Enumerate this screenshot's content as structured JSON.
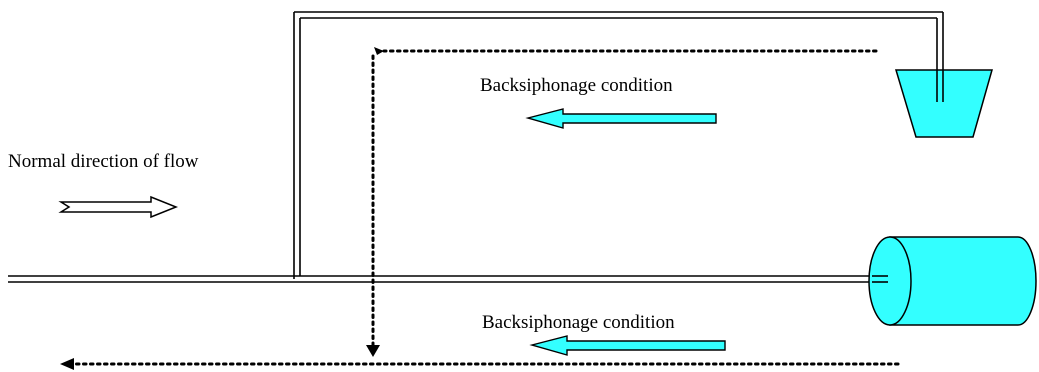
{
  "labels": {
    "normal_flow": "Normal direction of flow",
    "backsiphonage_top": "Backsiphonage condition",
    "backsiphonage_bottom": "Backsiphonage condition"
  },
  "colors": {
    "arrow_fill": "#33ffff",
    "tank_fill": "#33ffff",
    "line": "#000000",
    "background": "#ffffff"
  }
}
